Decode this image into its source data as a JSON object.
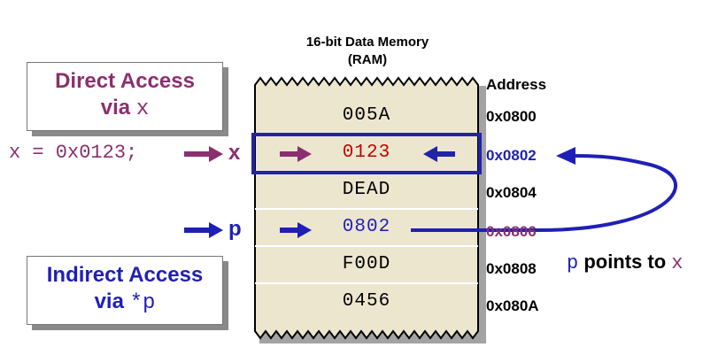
{
  "memory": {
    "title_line1": "16-bit Data Memory",
    "title_line2": "(RAM)",
    "address_header": "Address",
    "cells": [
      {
        "value": "005A",
        "address": "0x0800",
        "color": "#000000"
      },
      {
        "value": "0123",
        "address": "0x0802",
        "color": "#c00000"
      },
      {
        "value": "DEAD",
        "address": "0x0804",
        "color": "#000000"
      },
      {
        "value": "0802",
        "address": "0x0806",
        "color": "#1f1fb8"
      },
      {
        "value": "F00D",
        "address": "0x0808",
        "color": "#000000"
      },
      {
        "value": "0456",
        "address": "0x080A",
        "color": "#000000"
      }
    ]
  },
  "direct": {
    "line1": "Direct Access",
    "line2_prefix": "via ",
    "line2_var": "x",
    "code": "x = 0x0123;",
    "var_label": "x"
  },
  "indirect": {
    "line1": "Indirect Access",
    "line2_prefix": "via ",
    "line2_var": "*p",
    "var_label": "p"
  },
  "annotation": {
    "p": "p",
    "middle": " points to ",
    "x": "x"
  },
  "colors": {
    "direct": "#8b2f6f",
    "indirect": "#1f1fb8",
    "memory_fill": "#ede6cf",
    "highlight": "#2222aa"
  },
  "icons": {
    "arrows": "right-arrow-icon"
  }
}
